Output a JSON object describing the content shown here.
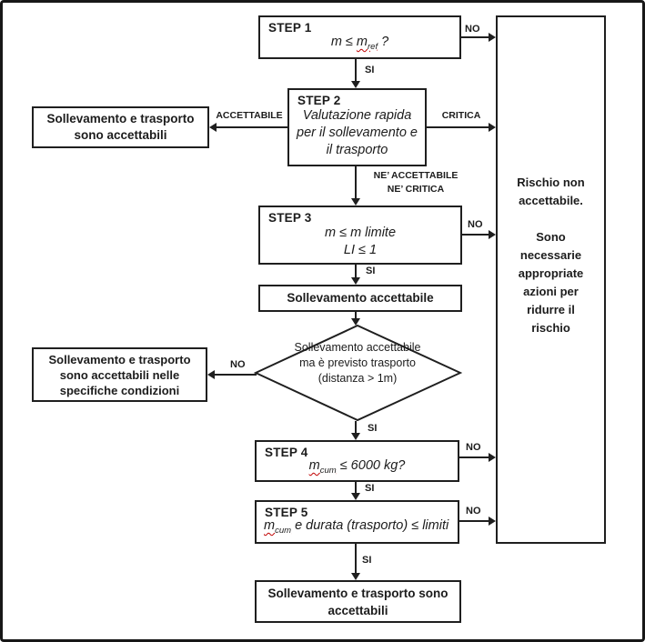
{
  "colors": {
    "ink": "#1c1c1c",
    "background": "#ffffff",
    "squiggle": "#c00000"
  },
  "nodes": {
    "step1": {
      "title": "STEP 1",
      "formula": {
        "pre": "m ≤ ",
        "base": "m",
        "sub": "ref",
        "post": " ?"
      }
    },
    "step2": {
      "title": "STEP 2",
      "lines": [
        "Valutazione rapida",
        "per il sollevamento e",
        "il trasporto"
      ]
    },
    "accept_both": {
      "lines": [
        "Sollevamento e trasporto",
        "sono accettabili"
      ]
    },
    "step3": {
      "title": "STEP 3",
      "lines": [
        "m ≤ m limite",
        "LI ≤ 1"
      ]
    },
    "lift_ok": {
      "text": "Sollevamento accettabile"
    },
    "transport_check": {
      "lines": [
        "Sollevamento accettabile",
        "ma è previsto trasporto",
        "(distanza > 1m)"
      ]
    },
    "accept_conditional": {
      "lines": [
        "Sollevamento e trasporto",
        "sono accettabili nelle",
        "specifiche condizioni"
      ]
    },
    "step4": {
      "title": "STEP 4",
      "formula": {
        "base": "m",
        "sub": "cum",
        "post": " ≤ 6000 kg?"
      }
    },
    "step5": {
      "title": "STEP 5",
      "formula": {
        "base": "m",
        "sub": "cum",
        "post": " e durata (trasporto) ≤ limiti"
      }
    },
    "final_accept": {
      "lines": [
        "Sollevamento e trasporto sono",
        "accettabili"
      ]
    },
    "risk": {
      "para1": "Rischio non accettabile.",
      "para2": "Sono necessarie appropriate azioni per ridurre il rischio"
    }
  },
  "edges": {
    "step1_no": "NO",
    "step1_si": "SI",
    "step2_accettabile": "ACCETTABILE",
    "step2_critica": "CRITICA",
    "step2_neither": [
      "NE’ ACCETTABILE",
      "NE’ CRITICA"
    ],
    "step3_no": "NO",
    "step3_si": "SI",
    "transport_no": "NO",
    "transport_si": "SI",
    "step4_no": "NO",
    "step4_si": "SI",
    "step5_no": "NO",
    "step5_si": "SI"
  }
}
